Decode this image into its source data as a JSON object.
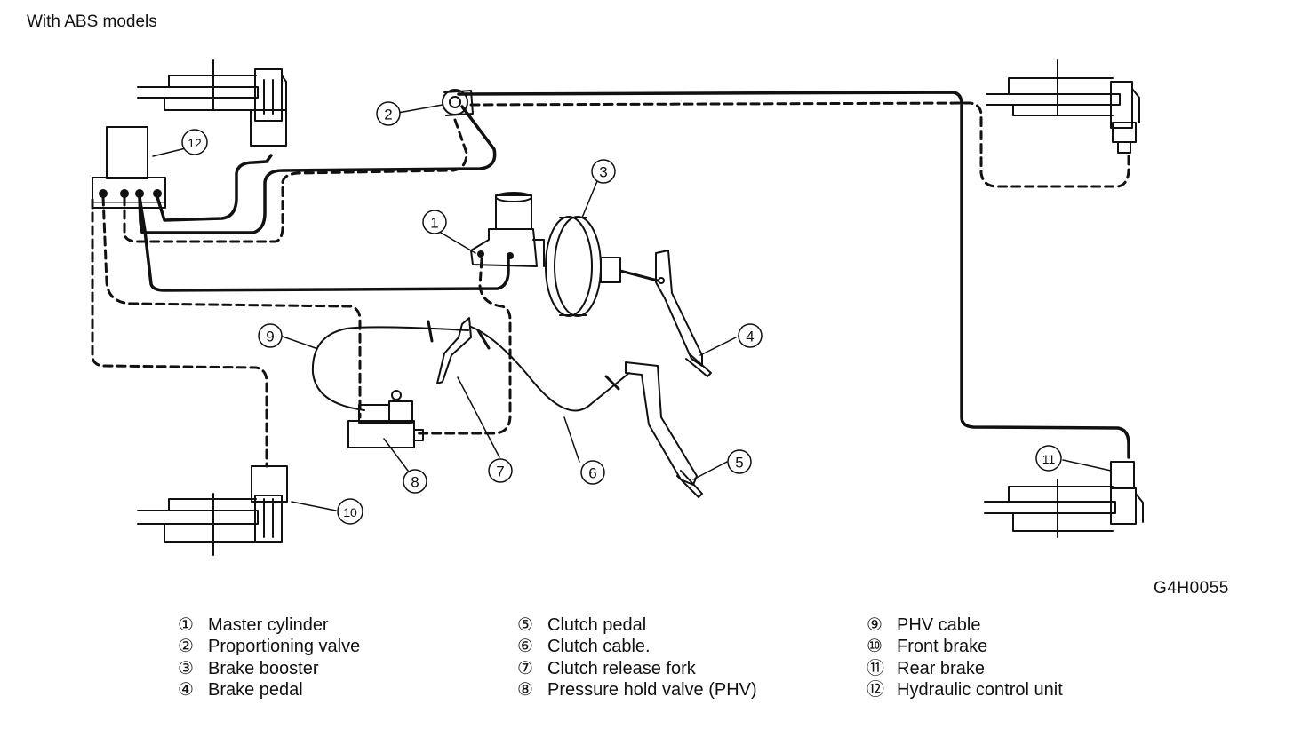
{
  "title": "With ABS models",
  "figure_code": "G4H0055",
  "callouts": [
    "①",
    "②",
    "③",
    "④",
    "⑤",
    "⑥",
    "⑦",
    "⑧",
    "⑨",
    "⑩",
    "⑪",
    "⑫"
  ],
  "legend": [
    [
      {
        "num": "①",
        "text": "Master cylinder"
      },
      {
        "num": "②",
        "text": "Proportioning valve"
      },
      {
        "num": "③",
        "text": "Brake booster"
      },
      {
        "num": "④",
        "text": "Brake pedal"
      }
    ],
    [
      {
        "num": "⑤",
        "text": "Clutch pedal"
      },
      {
        "num": "⑥",
        "text": "Clutch cable."
      },
      {
        "num": "⑦",
        "text": "Clutch release fork"
      },
      {
        "num": "⑧",
        "text": "Pressure hold valve (PHV)"
      }
    ],
    [
      {
        "num": "⑨",
        "text": "PHV cable"
      },
      {
        "num": "⑩",
        "text": "Front brake"
      },
      {
        "num": "⑪",
        "text": "Rear brake"
      },
      {
        "num": "⑫",
        "text": "Hydraulic control unit"
      }
    ]
  ]
}
